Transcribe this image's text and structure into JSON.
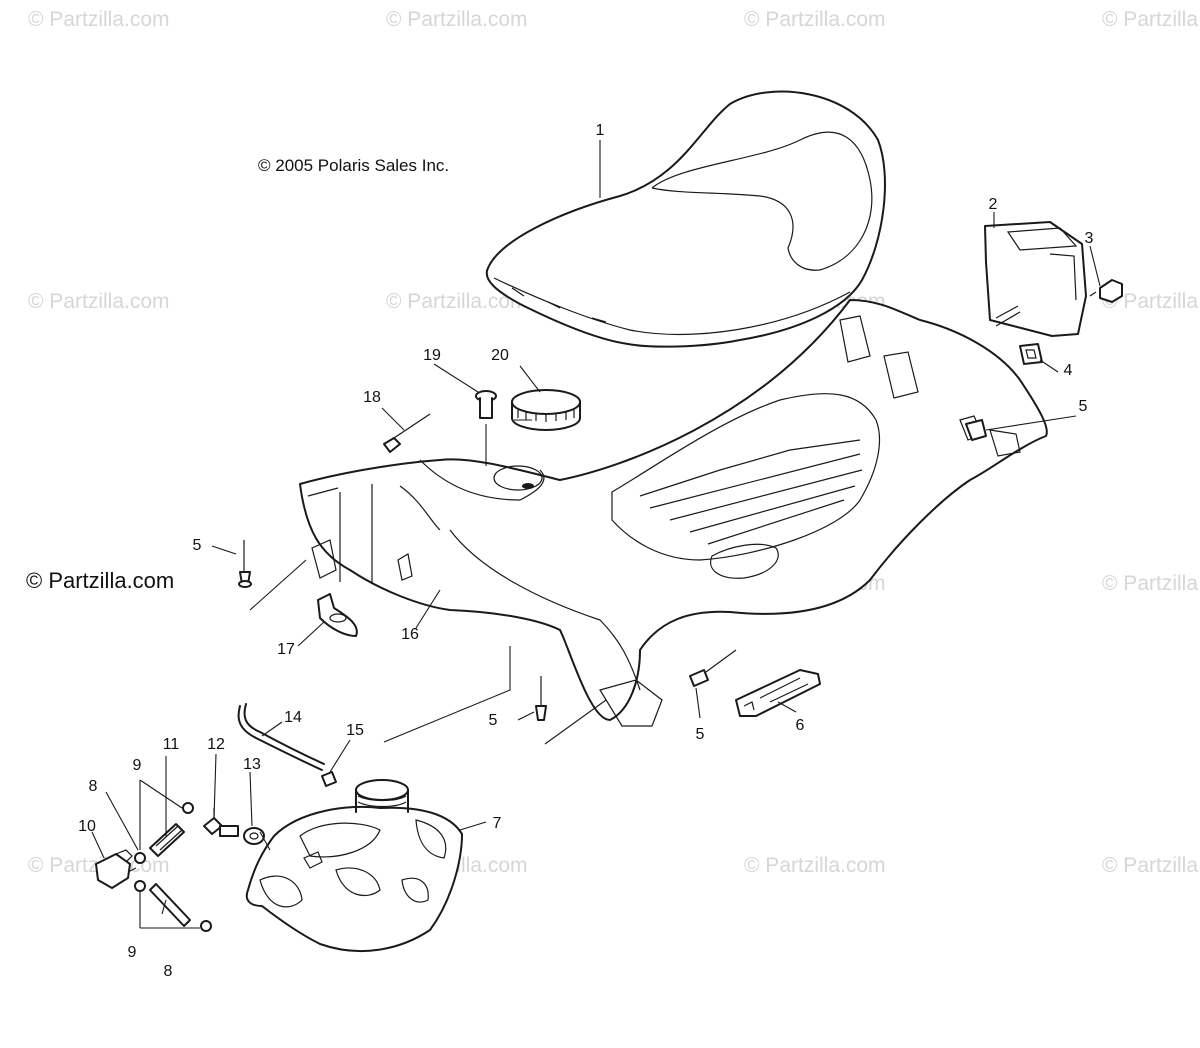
{
  "diagram": {
    "copyright": "© 2005 Polaris Sales Inc.",
    "site_label": "© Partzilla.com",
    "watermark_text": "© Partzilla.com",
    "callouts": [
      {
        "id": "c1",
        "label": "1"
      },
      {
        "id": "c2",
        "label": "2"
      },
      {
        "id": "c3",
        "label": "3"
      },
      {
        "id": "c4",
        "label": "4"
      },
      {
        "id": "c5a",
        "label": "5"
      },
      {
        "id": "c5b",
        "label": "5"
      },
      {
        "id": "c5c",
        "label": "5"
      },
      {
        "id": "c5d",
        "label": "5"
      },
      {
        "id": "c6",
        "label": "6"
      },
      {
        "id": "c7",
        "label": "7"
      },
      {
        "id": "c8a",
        "label": "8"
      },
      {
        "id": "c8b",
        "label": "8"
      },
      {
        "id": "c9a",
        "label": "9"
      },
      {
        "id": "c9b",
        "label": "9"
      },
      {
        "id": "c10",
        "label": "10"
      },
      {
        "id": "c11",
        "label": "11"
      },
      {
        "id": "c12",
        "label": "12"
      },
      {
        "id": "c13",
        "label": "13"
      },
      {
        "id": "c14",
        "label": "14"
      },
      {
        "id": "c15",
        "label": "15"
      },
      {
        "id": "c16",
        "label": "16"
      },
      {
        "id": "c17",
        "label": "17"
      },
      {
        "id": "c18",
        "label": "18"
      },
      {
        "id": "c19",
        "label": "19"
      },
      {
        "id": "c20",
        "label": "20"
      }
    ]
  }
}
